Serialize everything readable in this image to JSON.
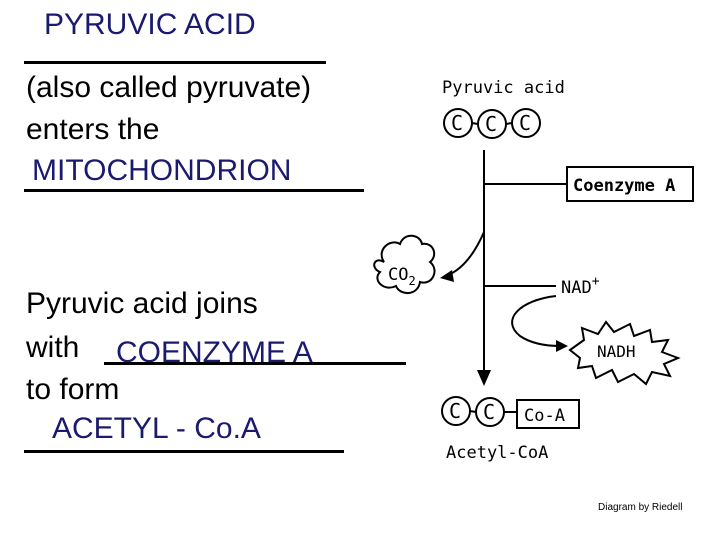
{
  "slide": {
    "answer_pyruvic": "PYRUVIC ACID",
    "line1": "(also called pyruvate)",
    "line2": "enters the",
    "answer_mito": "MITOCHONDRION",
    "line3": "Pyruvic acid joins",
    "line4_prefix": "with ",
    "answer_coa": "COENZYME A",
    "line5": "to form",
    "answer_acetyl": "ACETYL - Co.A"
  },
  "diagram": {
    "pyruvic_label": "Pyruvic acid",
    "carbon": "C",
    "coenzyme_label": "Coenzyme A",
    "co2_label": "CO",
    "co2_sub": "2",
    "nad_label": "NAD",
    "nad_sup": "+",
    "nadh_label": "NADH",
    "coa_box": "Co-A",
    "acetyl_label": "Acetyl-CoA"
  },
  "credit": "Diagram by Riedell"
}
